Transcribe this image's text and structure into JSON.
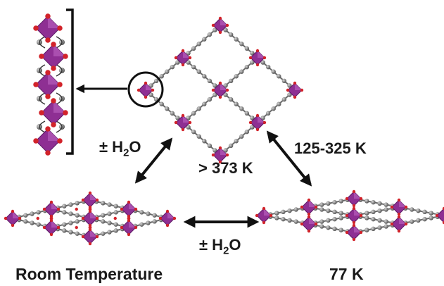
{
  "labels": {
    "hydration_left": {
      "prefix": "± H",
      "sub": "2",
      "suffix": "O"
    },
    "high_temp": "> 373 K",
    "temp_range": "125-325 K",
    "hydration_middle": {
      "prefix": "± H",
      "sub": "2",
      "suffix": "O"
    },
    "room_temp": "Room Temperature",
    "low_temp": "77 K"
  },
  "colors": {
    "octahedron": "#8e2f93",
    "octahedron_dark": "#5e1a66",
    "oxygen": "#d2232a",
    "linker": "#8a8a8a",
    "arrow": "#111111"
  }
}
